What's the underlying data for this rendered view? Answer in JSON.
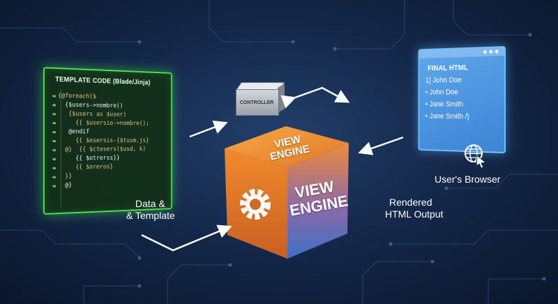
{
  "template_panel": {
    "title": "TEMPLATE CODE (Blade/Jinja)",
    "code_lines": [
      "{@foreach($",
      "  {$users->nombre()",
      "   {$users as $user)",
      "     {{ $usersio->nombre();",
      "   @endif",
      "     {{ $esersis-{$tusm.js}",
      "  @}  {{ $ctesers($usd, k)",
      "     {{ $otrerss}}",
      "     {{ $oreros}",
      "  }}",
      "  @}"
    ]
  },
  "controller": {
    "label": "CONTROLLER"
  },
  "view_engine": {
    "top_text": "VIEW ENGINE",
    "front_text": "VIEW ENGINE",
    "gear_icon": "gear-icon"
  },
  "final_html": {
    "title": "FINAL HTML",
    "items": [
      "1] John Doe",
      "• John Doe",
      "• Jane Smith",
      "• Jane Smith /}"
    ]
  },
  "browser": {
    "label": "User's Browser",
    "icon": "globe-cursor-icon"
  },
  "labels": {
    "data_template": [
      "Data &",
      "& Template"
    ],
    "rendered_output": [
      "Rendered",
      "HTML Output"
    ]
  },
  "colors": {
    "template_border": "#4be34b",
    "cube_orange": "#f08a2c",
    "cube_blue": "#3d6fc7",
    "panel_blue": "#5ea8ec"
  }
}
